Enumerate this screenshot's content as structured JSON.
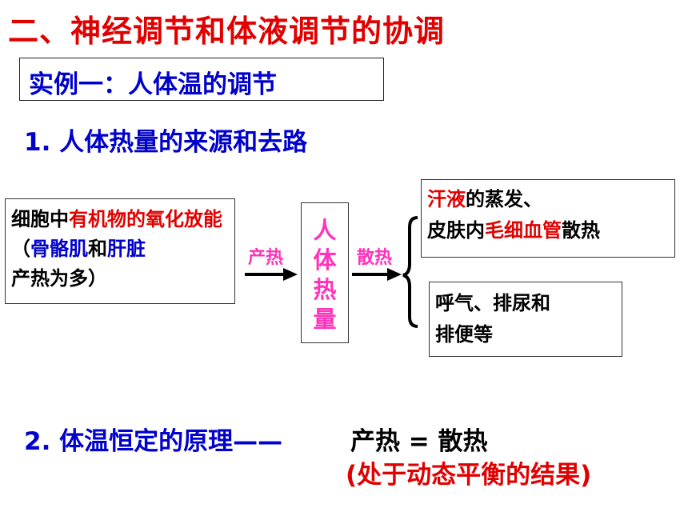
{
  "title": "二、神经调节和体液调节的协调",
  "example_label": "实例一：人体温的调节",
  "section1": "1. 人体热量的来源和去路",
  "source": {
    "part1": "细胞中",
    "part2": "有机物的氧化放能",
    "part3": "（",
    "part4": "骨骼肌",
    "part5": "和",
    "part6": "肝脏",
    "part7": "产热为多）"
  },
  "label_produce": "产热",
  "heat_chars": [
    "人",
    "体",
    "热",
    "量"
  ],
  "label_dissipate": "散热",
  "sweat": {
    "part1": "汗液",
    "part2": "的蒸发、",
    "part3": "皮肤内",
    "part4": "毛细血管",
    "part5": "散热"
  },
  "breath": {
    "line1": "呼气、排尿和",
    "line2": "排便等"
  },
  "section2": "2. 体温恒定的原理——",
  "equation": "产热 = 散热",
  "note": "(处于动态平衡的结果)",
  "colors": {
    "red": "#e00000",
    "blue": "#0000cc",
    "pink": "#ff33bb"
  }
}
